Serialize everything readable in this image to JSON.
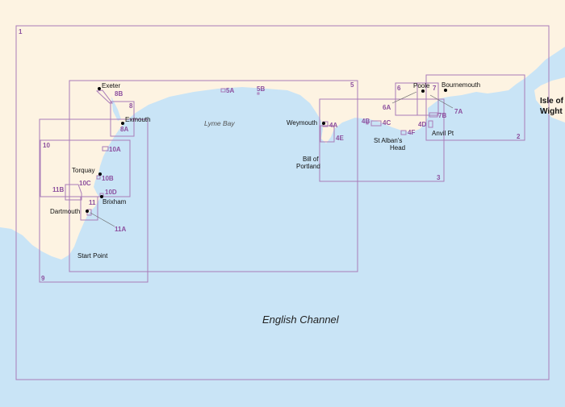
{
  "map": {
    "colors": {
      "land": "#fdf3e2",
      "sea": "#c9e4f6",
      "chart_outline": "#a97bb8",
      "chart_label": "#8c4f9e"
    },
    "sea_labels": {
      "lyme_bay": "Lyme Bay",
      "english_channel": "English Channel"
    },
    "places": {
      "exeter": "Exeter",
      "exmouth": "Exmouth",
      "torquay": "Torquay",
      "brixham": "Brixham",
      "dartmouth": "Dartmouth",
      "start_point": "Start Point",
      "weymouth": "Weymouth",
      "bill_of_portland_1": "Bill of",
      "bill_of_portland_2": "Portland",
      "st_albans_1": "St Alban's",
      "st_albans_2": "Head",
      "poole": "Poole",
      "bournemouth": "Bournemouth",
      "anvil_pt": "Anvil Pt",
      "isle_of_wight_1": "Isle of",
      "isle_of_wight_2": "Wight"
    },
    "charts": {
      "c1": "1",
      "c2": "2",
      "c3": "3",
      "c4A": "4A",
      "c4B": "4B",
      "c4C": "4C",
      "c4D": "4D",
      "c4E": "4E",
      "c4F": "4F",
      "c5": "5",
      "c5A": "5A",
      "c5B": "5B",
      "c6": "6",
      "c6A": "6A",
      "c7": "7",
      "c7A": "7A",
      "c7B": "7B",
      "c8": "8",
      "c8A": "8A",
      "c8B": "8B",
      "c9": "9",
      "c10": "10",
      "c10A": "10A",
      "c10B": "10B",
      "c10C": "10C",
      "c10D": "10D",
      "c11": "11",
      "c11A": "11A",
      "c11B": "11B"
    }
  }
}
